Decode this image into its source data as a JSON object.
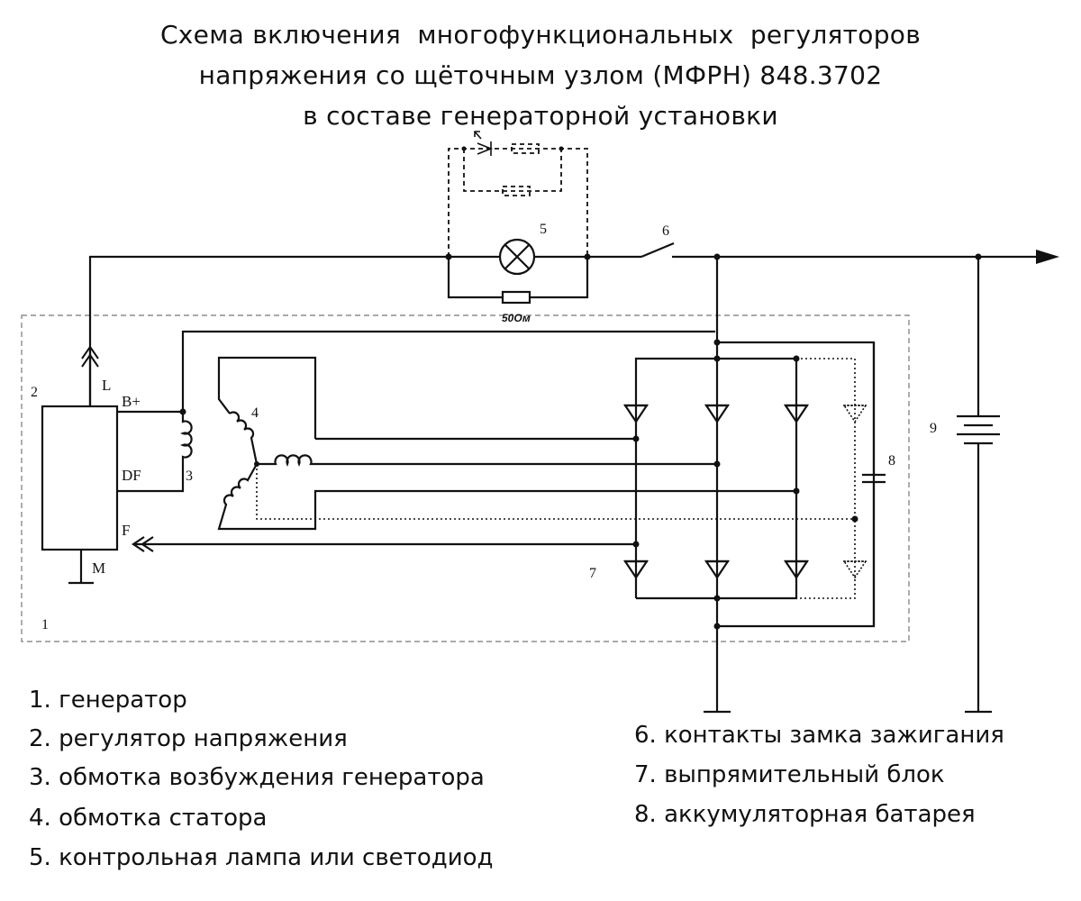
{
  "title": {
    "line1": "Схема включения  многофункциональных  регуляторов",
    "line2": "напряжения со щёточным узлом (МФРН) 848.3702",
    "line3": "в составе генераторной установки"
  },
  "terminals": {
    "L": "L",
    "B_plus": "B+",
    "DF": "DF",
    "F": "F",
    "M": "M"
  },
  "callouts": {
    "n1": "1",
    "n2": "2",
    "n3": "3",
    "n4": "4",
    "n5": "5",
    "n6": "6",
    "n7": "7",
    "n8": "8",
    "n9": "9"
  },
  "resistor_label": "50Ом",
  "legend_left": [
    "1. генератор",
    "2. регулятор напряжения",
    "3. обмотка возбуждения генератора",
    "4. обмотка статора",
    "5. контрольная лампа или светодиод"
  ],
  "legend_right": [
    "6. контакты замка зажигания",
    "7. выпрямительный блок",
    "8. аккумуляторная батарея"
  ],
  "colors": {
    "line": "#111111",
    "background": "#ffffff",
    "dashed_box": "#777777"
  }
}
